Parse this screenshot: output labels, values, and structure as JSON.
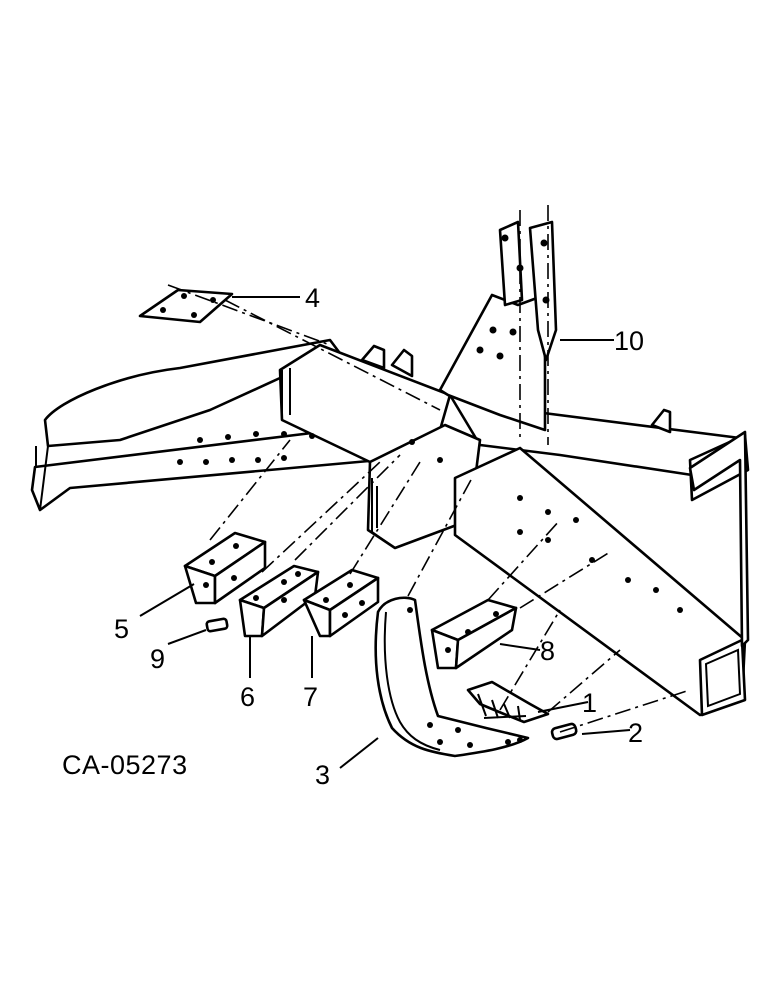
{
  "figure_id": "CA-05273",
  "callouts": [
    {
      "part": "tripper-spring",
      "label": "1"
    },
    {
      "part": "pin",
      "label": "2"
    },
    {
      "part": "shank",
      "label": "3"
    },
    {
      "part": "plate",
      "label": "4"
    },
    {
      "part": "bracket",
      "label": "5"
    },
    {
      "part": "bracket",
      "label": "6"
    },
    {
      "part": "bracket",
      "label": "7"
    },
    {
      "part": "bracket",
      "label": "8"
    },
    {
      "part": "pin",
      "label": "9"
    },
    {
      "part": "hitch-mast",
      "label": "10"
    }
  ]
}
